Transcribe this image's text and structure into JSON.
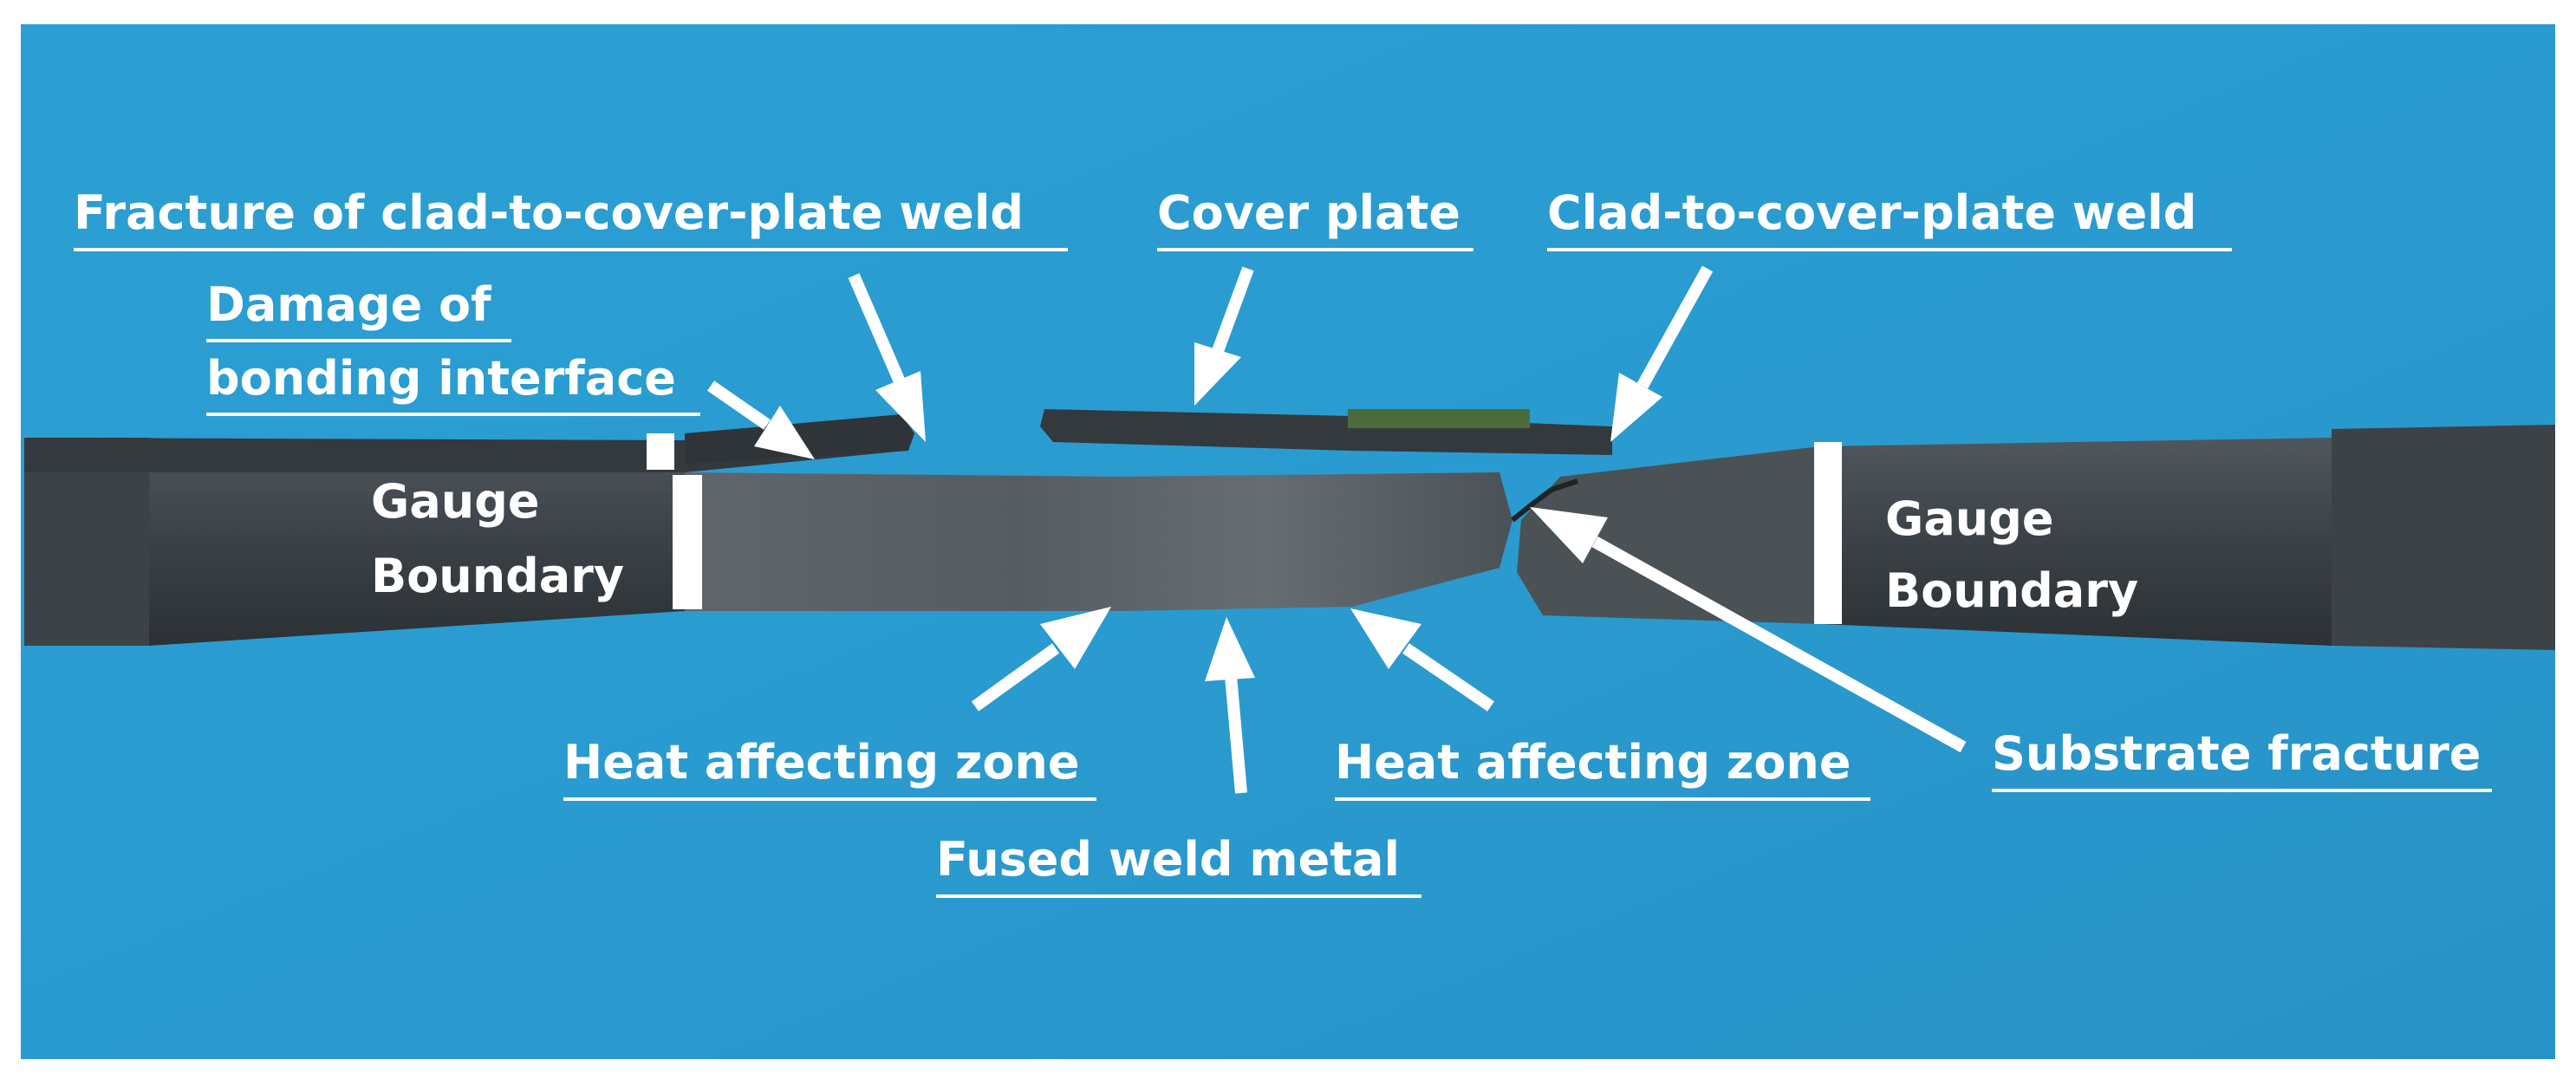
{
  "colors": {
    "background_blue": "#2a9bd0",
    "metal_dark": "#3a3f42",
    "label_white": "#ffffff"
  },
  "labels": {
    "fracture_clad_weld": "Fracture of clad-to-cover-plate weld",
    "damage_line1": "Damage of",
    "damage_line2": "bonding interface",
    "cover_plate": "Cover plate",
    "clad_weld": "Clad-to-cover-plate weld",
    "gauge_left_line1": "Gauge",
    "gauge_left_line2": "Boundary",
    "gauge_right_line1": "Gauge",
    "gauge_right_line2": "Boundary",
    "haz_left": "Heat affecting zone",
    "haz_right": "Heat affecting zone",
    "fused_weld": "Fused weld metal",
    "substrate_fracture": "Substrate fracture"
  }
}
